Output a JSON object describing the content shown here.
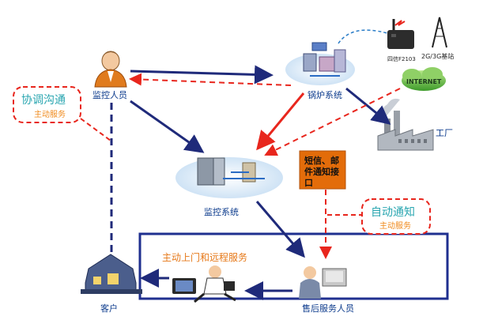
{
  "labels": {
    "monitor_person": "监控人员",
    "boiler_system": "锅炉系统",
    "factory": "工厂",
    "monitor_system": "监控系统",
    "customer": "客户",
    "after_sales": "售后服务人员",
    "modem": "四信F2103",
    "base_station": "2G/3G基站",
    "internet": "INTERNET",
    "sms_interface": "短信、邮件通知接口",
    "onsite_service": "主动上门和远程服务"
  },
  "callouts": {
    "coordinate": {
      "title": "协调沟通",
      "subtitle": "主动服务"
    },
    "auto_notify": {
      "title": "自动通知",
      "subtitle": "主动服务"
    }
  },
  "colors": {
    "arrow_blue": "#1f2a7a",
    "dash_red": "#e8261d",
    "callout_teal": "#2aa6b0",
    "callout_orange": "#f08a1c",
    "sms_box_fill": "#e36c0a",
    "frame_navy": "#1f2f8f"
  }
}
